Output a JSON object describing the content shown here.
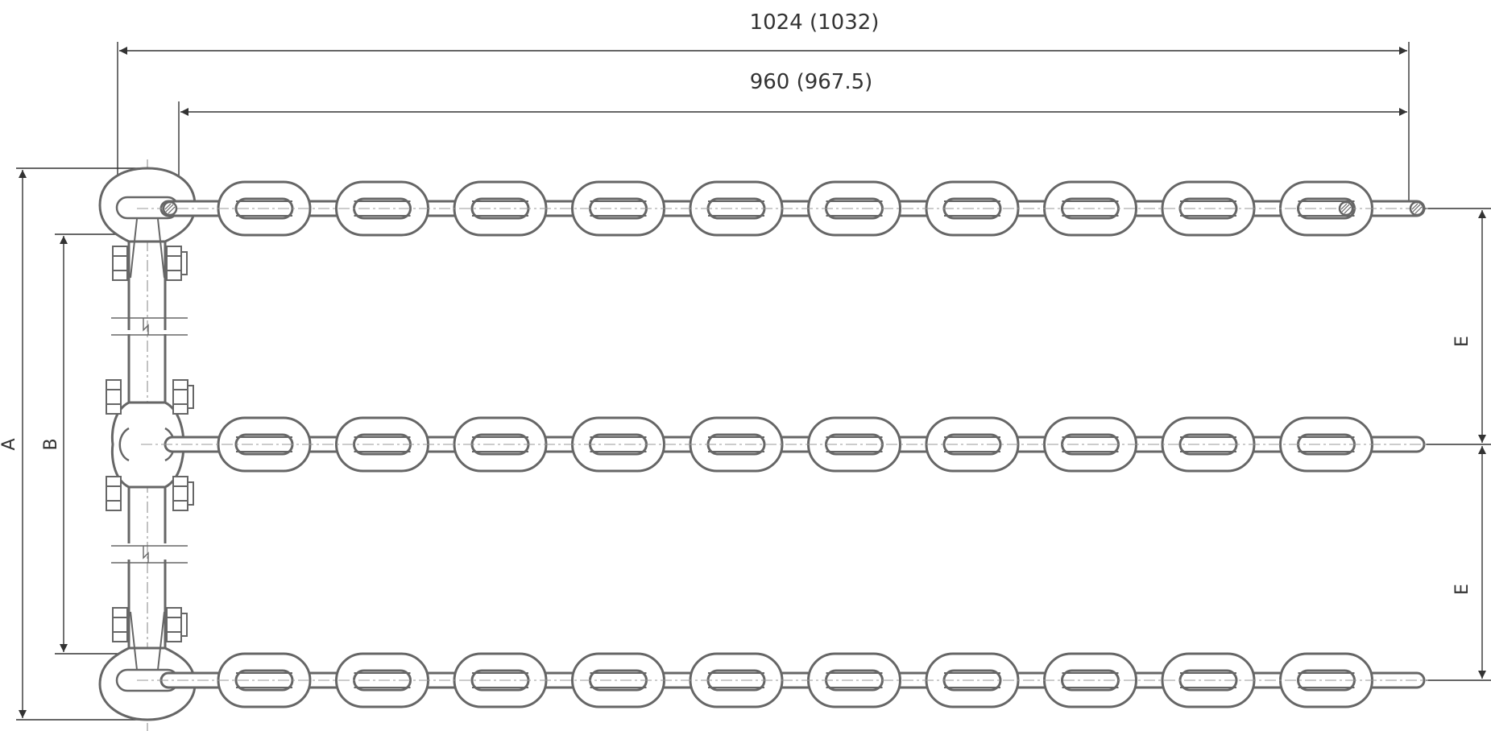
{
  "dimensions": {
    "overall_length": "1024 (1032)",
    "chain_length": "960 (967.5)",
    "height_a": "A",
    "height_b": "B",
    "spacing_upper": "E",
    "spacing_lower": "E"
  },
  "chains": {
    "count": 3,
    "links_per_chain": 10
  },
  "colors": {
    "outline": "#666666",
    "fill": "#ffffff",
    "text": "#333333",
    "centerline": "#999999"
  }
}
